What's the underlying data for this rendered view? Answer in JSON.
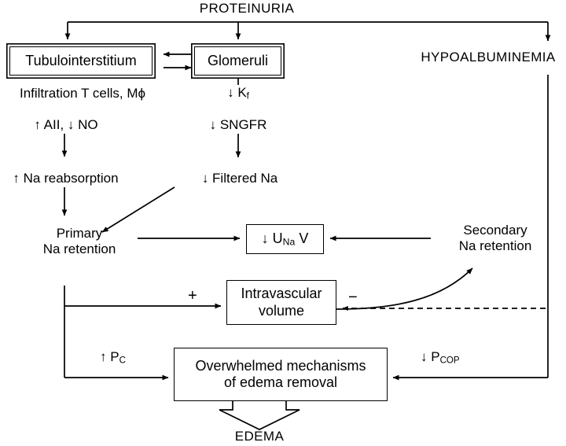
{
  "diagram": {
    "title": "Pathogenesis of edema in proteinuria",
    "background": "#ffffff",
    "line_color": "#000000"
  },
  "nodes": {
    "proteinuria": "PROTEINURIA",
    "hypoalbuminemia": "HYPOALBUMINEMIA",
    "tubulointerstitium": "Tubulointerstitium",
    "glomeruli": "Glomeruli",
    "infiltration": "Infiltration T cells, Mϕ",
    "aii_no": "↑ AII, ↓ NO",
    "kf": "↓ K",
    "kf_sub": "f",
    "sngfr": "↓ SNGFR",
    "na_reabsorption": "↑ Na reabsorption",
    "filtered_na": "↓ Filtered Na",
    "primary_na_retention_l1": "Primary",
    "primary_na_retention_l2": "Na retention",
    "una_v": "↓ U",
    "una_v_sub": "Na",
    "una_v_tail": " V",
    "secondary_na_retention_l1": "Secondary",
    "secondary_na_retention_l2": "Na retention",
    "intravascular_volume_l1": "Intravascular",
    "intravascular_volume_l2": "volume",
    "overwhelmed_l1": "Overwhelmed mechanisms",
    "overwhelmed_l2": "of edema removal",
    "edema": "EDEMA"
  },
  "labels": {
    "plus_sign": "+",
    "minus_sign": "−",
    "pc": "↑ P",
    "pc_sub": "C",
    "pcop": "↓ P",
    "pcop_sub": "COP"
  }
}
